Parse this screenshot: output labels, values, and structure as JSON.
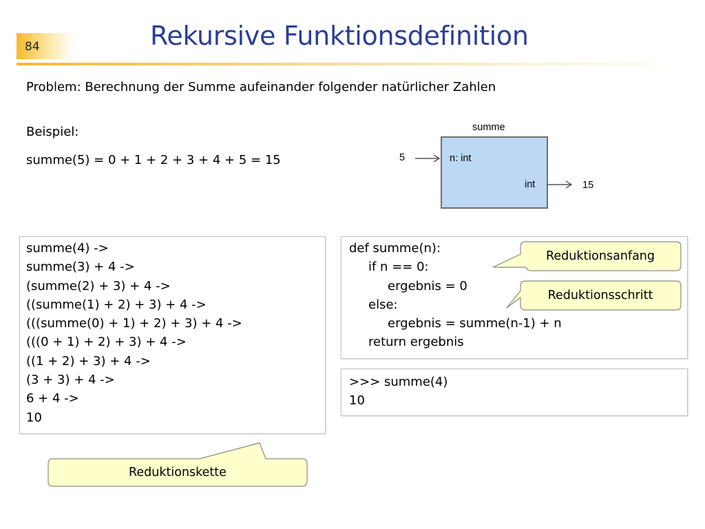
{
  "slide": {
    "page_number": "84",
    "title": "Rekursive Funktionsdefinition",
    "accent_color": "#f6b92c",
    "title_color": "#2b3f97"
  },
  "intro": {
    "problem": "Problem: Berechnung der Summe aufeinander folgender natürlicher Zahlen",
    "beispiel_label": "Beispiel:",
    "example": "summe(5) = 0 + 1 + 2 + 3 + 4 + 5 = 15"
  },
  "diagram": {
    "function_name": "summe",
    "param": "n: int",
    "return_type": "int",
    "input_value": "5",
    "output_value": "15",
    "box_color": "#bcd8f2"
  },
  "chain": {
    "lines": [
      "summe(4) ->",
      "summe(3) + 4 ->",
      "(summe(2) + 3) + 4 ->",
      "((summe(1) + 2) + 3) + 4 ->",
      "(((summe(0) + 1) + 2) + 3) + 4 ->",
      "(((0 + 1) + 2) + 3) + 4 ->",
      "((1 + 2) + 3) + 4 ->",
      "(3 + 3) + 4 ->",
      "6 + 4 ->",
      "10"
    ]
  },
  "code": {
    "lines": [
      "def summe(n):",
      "if n == 0:",
      "ergebnis = 0",
      "else:",
      "ergebnis = summe(n-1) + n",
      "return ergebnis"
    ]
  },
  "repl": {
    "lines": [
      ">>> summe(4)",
      "10"
    ]
  },
  "callouts": {
    "reduktionsanfang": "Reduktionsanfang",
    "reduktionsschritt": "Reduktionsschritt",
    "reduktionskette": "Reduktionskette",
    "fill_color": "#ffffcc"
  }
}
